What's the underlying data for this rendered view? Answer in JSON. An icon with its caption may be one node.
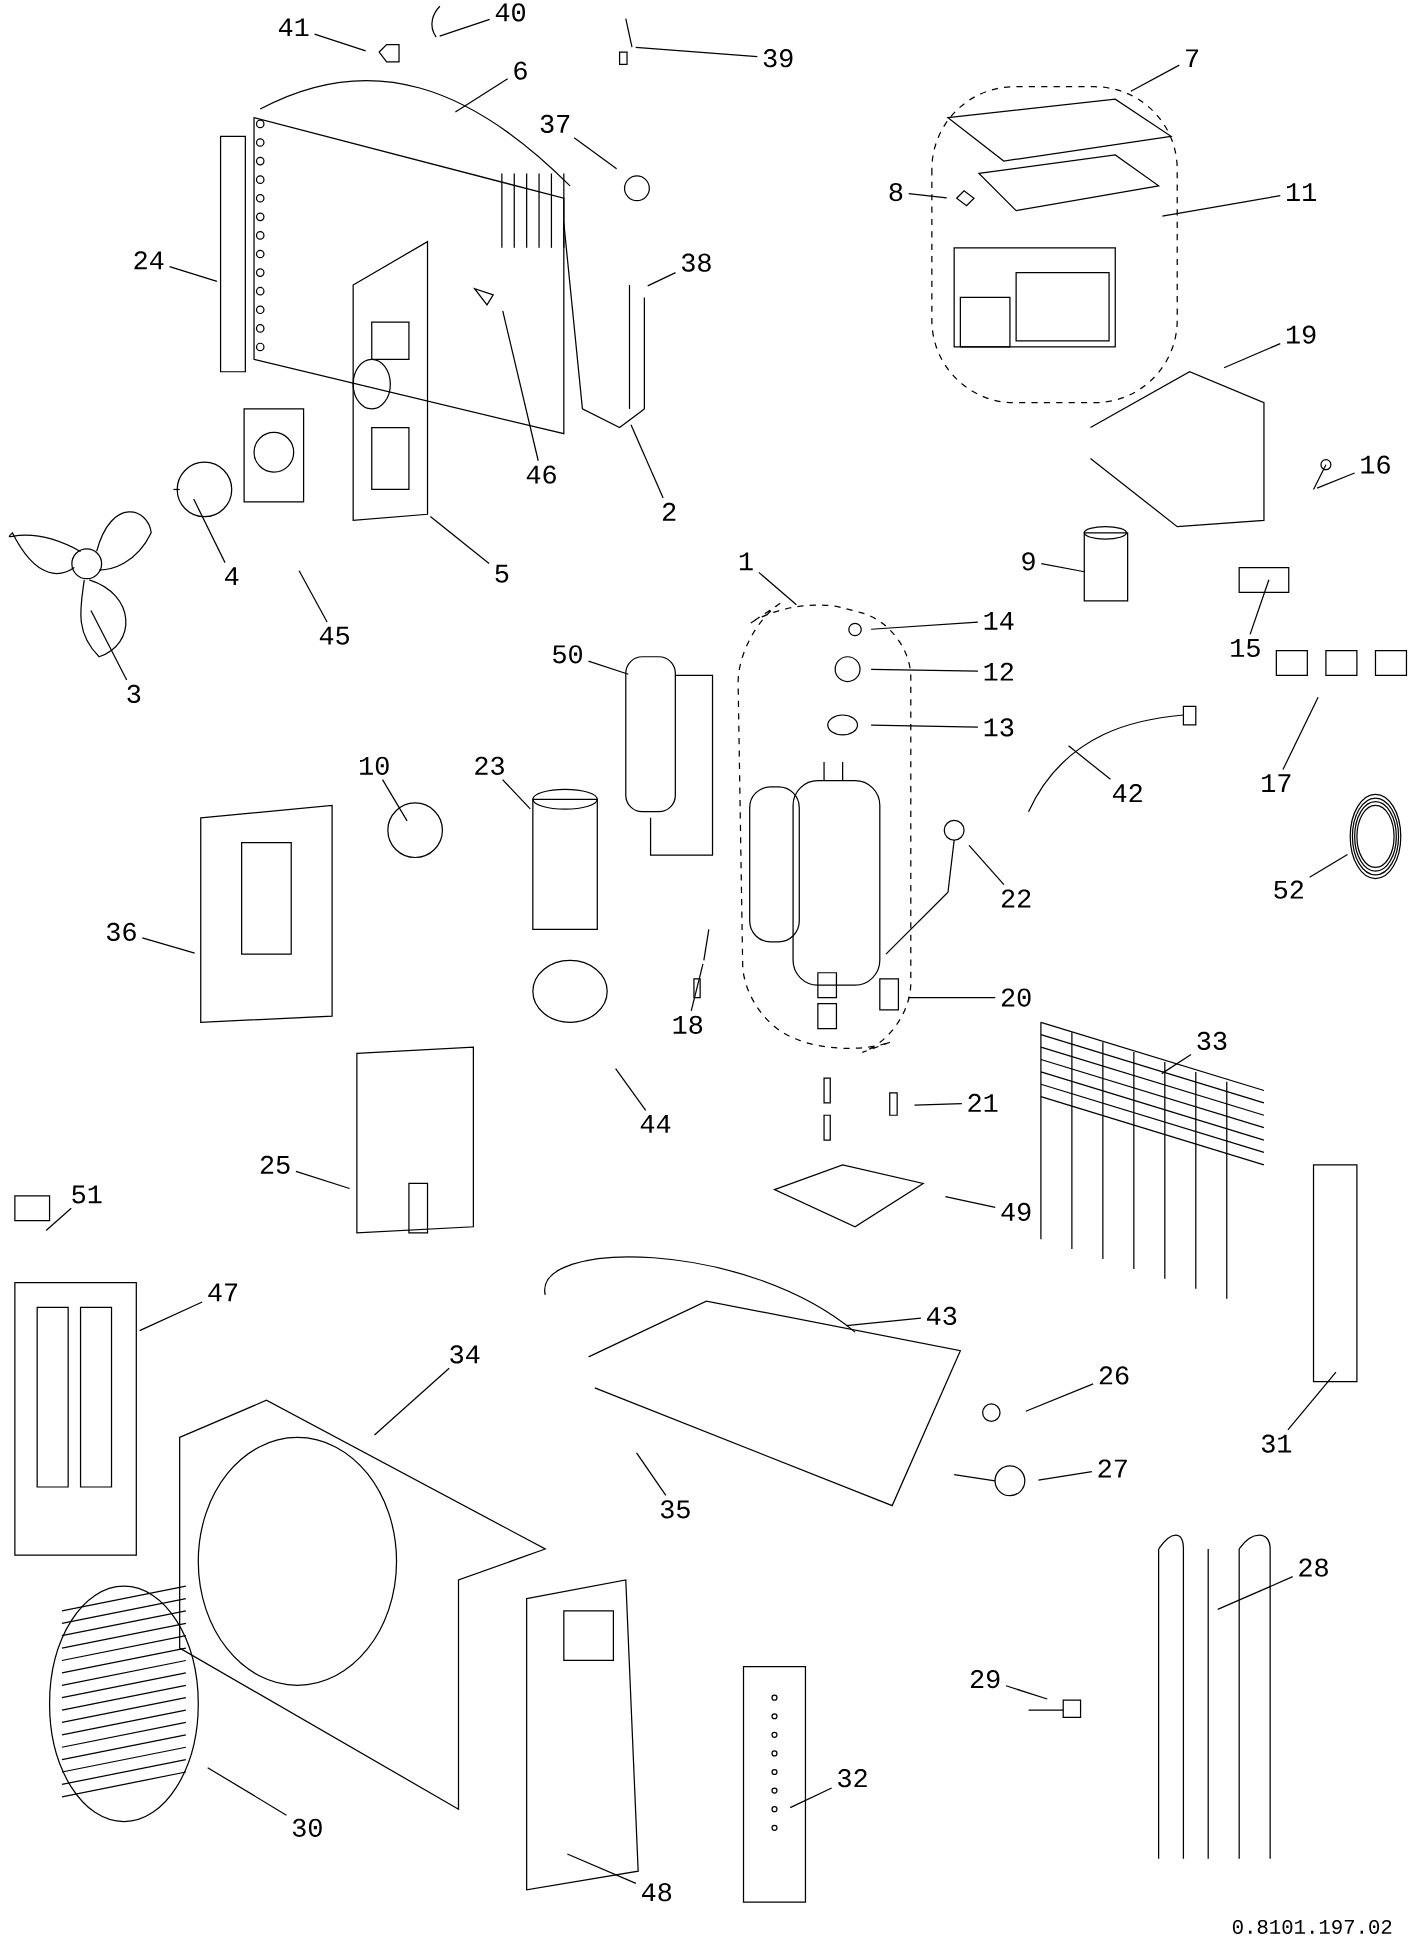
{
  "diagram": {
    "nodes": [
      {
        "text": [
          "41"
        ]
      },
      {
        "text": [
          "40"
        ]
      },
      {
        "text": [
          "39"
        ]
      },
      {
        "text": [
          "6"
        ]
      },
      {
        "text": [
          "7"
        ]
      },
      {
        "text": [
          "37"
        ]
      },
      {
        "text": [
          "8"
        ]
      },
      {
        "text": [
          "11"
        ]
      },
      {
        "text": [
          "24"
        ]
      },
      {
        "text": [
          "38"
        ]
      },
      {
        "text": [
          "19"
        ]
      },
      {
        "text": [
          "16"
        ]
      },
      {
        "text": [
          "46"
        ]
      },
      {
        "text": [
          "2"
        ]
      },
      {
        "text": [
          "5"
        ]
      },
      {
        "text": [
          "4"
        ]
      },
      {
        "text": [
          "9"
        ]
      },
      {
        "text": [
          "1"
        ]
      },
      {
        "text": [
          "45"
        ]
      },
      {
        "text": [
          "14"
        ]
      },
      {
        "text": [
          "15"
        ]
      },
      {
        "text": [
          "12"
        ]
      },
      {
        "text": [
          "50"
        ]
      },
      {
        "text": [
          "3"
        ]
      },
      {
        "text": [
          "13"
        ]
      },
      {
        "text": [
          "23"
        ]
      },
      {
        "text": [
          "10"
        ]
      },
      {
        "text": [
          "17"
        ]
      },
      {
        "text": [
          "42"
        ]
      },
      {
        "text": [
          "52"
        ]
      },
      {
        "text": [
          "22"
        ]
      },
      {
        "text": [
          "36"
        ]
      },
      {
        "text": [
          "20"
        ]
      },
      {
        "text": [
          "18"
        ]
      },
      {
        "text": [
          "33"
        ]
      },
      {
        "text": [
          "21"
        ]
      },
      {
        "text": [
          "44"
        ]
      },
      {
        "text": [
          "25"
        ]
      },
      {
        "text": [
          "51"
        ]
      },
      {
        "text": [
          "49"
        ]
      },
      {
        "text": [
          "47"
        ]
      },
      {
        "text": [
          "43"
        ]
      },
      {
        "text": [
          "34"
        ]
      },
      {
        "text": [
          "26"
        ]
      },
      {
        "text": [
          "31"
        ]
      },
      {
        "text": [
          "27"
        ]
      },
      {
        "text": [
          "35"
        ]
      },
      {
        "text": [
          "28"
        ]
      },
      {
        "text": [
          "29"
        ]
      },
      {
        "text": [
          "32"
        ]
      },
      {
        "text": [
          "30"
        ]
      },
      {
        "text": [
          "48"
        ]
      }
    ],
    "edges": [
      {
        "from": 0,
        "to": null,
        "arrow": "none"
      },
      {
        "from": 1,
        "to": null,
        "arrow": "none"
      },
      {
        "from": 2,
        "to": null,
        "arrow": "none"
      },
      {
        "from": 3,
        "to": null,
        "arrow": "none"
      },
      {
        "from": 4,
        "to": null,
        "arrow": "none"
      },
      {
        "from": 5,
        "to": null,
        "arrow": "none"
      },
      {
        "from": 6,
        "to": null,
        "arrow": "none"
      },
      {
        "from": 7,
        "to": null,
        "arrow": "none"
      },
      {
        "from": 8,
        "to": null,
        "arrow": "none"
      },
      {
        "from": 9,
        "to": null,
        "arrow": "none"
      },
      {
        "from": 10,
        "to": null,
        "arrow": "none"
      },
      {
        "from": 11,
        "to": null,
        "arrow": "none"
      },
      {
        "from": 12,
        "to": null,
        "arrow": "none"
      },
      {
        "from": 13,
        "to": null,
        "arrow": "none"
      },
      {
        "from": 14,
        "to": null,
        "arrow": "none"
      },
      {
        "from": 15,
        "to": null,
        "arrow": "none"
      },
      {
        "from": 16,
        "to": null,
        "arrow": "none"
      },
      {
        "from": 17,
        "to": null,
        "arrow": "none"
      },
      {
        "from": 18,
        "to": null,
        "arrow": "none"
      },
      {
        "from": 19,
        "to": null,
        "arrow": "none"
      },
      {
        "from": 20,
        "to": null,
        "arrow": "none"
      },
      {
        "from": 21,
        "to": null,
        "arrow": "none"
      },
      {
        "from": 22,
        "to": null,
        "arrow": "none"
      },
      {
        "from": 23,
        "to": null,
        "arrow": "none"
      },
      {
        "from": 24,
        "to": null,
        "arrow": "none"
      },
      {
        "from": 25,
        "to": null,
        "arrow": "none"
      },
      {
        "from": 26,
        "to": null,
        "arrow": "none"
      },
      {
        "from": 27,
        "to": null,
        "arrow": "none"
      },
      {
        "from": 28,
        "to": null,
        "arrow": "none"
      },
      {
        "from": 29,
        "to": null,
        "arrow": "none"
      },
      {
        "from": 30,
        "to": null,
        "arrow": "none"
      },
      {
        "from": 31,
        "to": null,
        "arrow": "none"
      },
      {
        "from": 32,
        "to": null,
        "arrow": "none"
      },
      {
        "from": 33,
        "to": null,
        "arrow": "none"
      },
      {
        "from": 34,
        "to": null,
        "arrow": "none"
      },
      {
        "from": 35,
        "to": null,
        "arrow": "none"
      },
      {
        "from": 36,
        "to": null,
        "arrow": "none"
      },
      {
        "from": 37,
        "to": null,
        "arrow": "none"
      },
      {
        "from": 38,
        "to": null,
        "arrow": "none"
      },
      {
        "from": 39,
        "to": null,
        "arrow": "none"
      },
      {
        "from": 40,
        "to": null,
        "arrow": "none"
      },
      {
        "from": 41,
        "to": null,
        "arrow": "none"
      },
      {
        "from": 42,
        "to": null,
        "arrow": "none"
      },
      {
        "from": 43,
        "to": null,
        "arrow": "none"
      },
      {
        "from": 44,
        "to": null,
        "arrow": "none"
      },
      {
        "from": 45,
        "to": null,
        "arrow": "none"
      },
      {
        "from": 46,
        "to": null,
        "arrow": "none"
      },
      {
        "from": 47,
        "to": null,
        "arrow": "none"
      },
      {
        "from": 48,
        "to": null,
        "arrow": "none"
      },
      {
        "from": 49,
        "to": null,
        "arrow": "none"
      },
      {
        "from": 50,
        "to": null,
        "arrow": "none"
      },
      {
        "from": 51,
        "to": null,
        "arrow": "none"
      }
    ],
    "labels": [
      "0.8101.197.02"
    ]
  }
}
